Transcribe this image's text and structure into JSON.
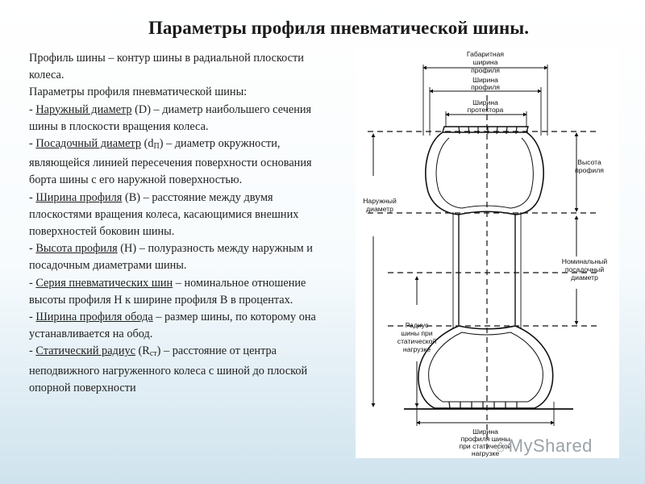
{
  "title": "Параметры профиля пневматической шины.",
  "intro": {
    "line1": "Профиль шины – контур шины в радиальной плоскости колеса.",
    "line2": "Параметры профиля пневматической шины:"
  },
  "params": [
    {
      "prefix": "- ",
      "term": "Наружный диаметр",
      "symbol": " (D)",
      "sym_sub": "",
      "after": "",
      "text": " – диаметр наибольшего сечения шины в плоскости вращения колеса."
    },
    {
      "prefix": "- ",
      "term": "Посадочный диаметр",
      "symbol": " (d",
      "sym_sub": "П",
      "after": ")",
      "text": " – диаметр окружности, являющейся линией пересечения поверхности основания борта шины с его наружной поверхностью."
    },
    {
      "prefix": "- ",
      "term": "Ширина профиля",
      "symbol": " (B)",
      "sym_sub": "",
      "after": "",
      "text": " – расстояние между двумя плоскостями вращения колеса, касающимися внешних поверхностей боковин шины."
    },
    {
      "prefix": "- ",
      "term": "Высота профиля",
      "symbol": " (H)",
      "sym_sub": "",
      "after": "",
      "text": " – полуразность между наружным и посадочным диаметрами шины."
    },
    {
      "prefix": "- ",
      "term": "Серия пневматических шин",
      "symbol": "",
      "sym_sub": "",
      "after": "",
      "text": " – номинальное отношение высоты профиля H к ширине профиля B в процентах."
    },
    {
      "prefix": "- ",
      "term": "Ширина профиля обода",
      "symbol": "",
      "sym_sub": "",
      "after": "",
      "text": " – размер шины, по которому она устанавливается на обод."
    },
    {
      "prefix": "- ",
      "term": "Статический радиус",
      "symbol": " (R",
      "sym_sub": "ст",
      "after": ")",
      "text": " – расстояние от центра неподвижного нагруженного колеса с шиной до плоской опорной поверхности"
    }
  ],
  "figure": {
    "labels": {
      "overall_width": [
        "Габаритная",
        "ширина",
        "профиля"
      ],
      "profile_width": [
        "Ширина",
        "профиля"
      ],
      "tread_width": [
        "Ширина",
        "протектора"
      ],
      "profile_height": [
        "Высота",
        "профиля"
      ],
      "outer_diameter": [
        "Наружный",
        "диаметр"
      ],
      "rim_diameter": [
        "Номинальный",
        "посадочный",
        "диаметр"
      ],
      "static_radius": [
        "Радиус",
        "шины при",
        "статической",
        "нагрузке"
      ],
      "loaded_width": [
        "Ширина",
        "профиля шины",
        "при статической",
        "нагрузке"
      ]
    }
  },
  "watermark": {
    "icon": "person-icon",
    "glyph": "☃",
    "text": "MyShared"
  },
  "colors": {
    "link_blue": "#1f1f1f",
    "background_bottom": "#cfe3ee"
  }
}
